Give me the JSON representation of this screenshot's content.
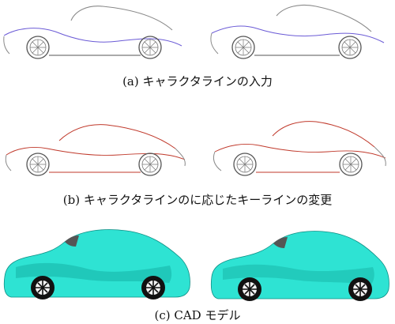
{
  "captions": {
    "a": "(a) キャラクタラインの入力",
    "b": "(b) キャラクタラインのに応じたキーラインの変更",
    "c": "(c) CAD モデル"
  },
  "colors": {
    "character_line": "#6b5bd6",
    "key_line_modified": "#c0392b",
    "outline": "#8a8a8a",
    "body_fill": "#2ee3d3",
    "body_shadow": "#15b3a6",
    "tire": "#111111"
  }
}
